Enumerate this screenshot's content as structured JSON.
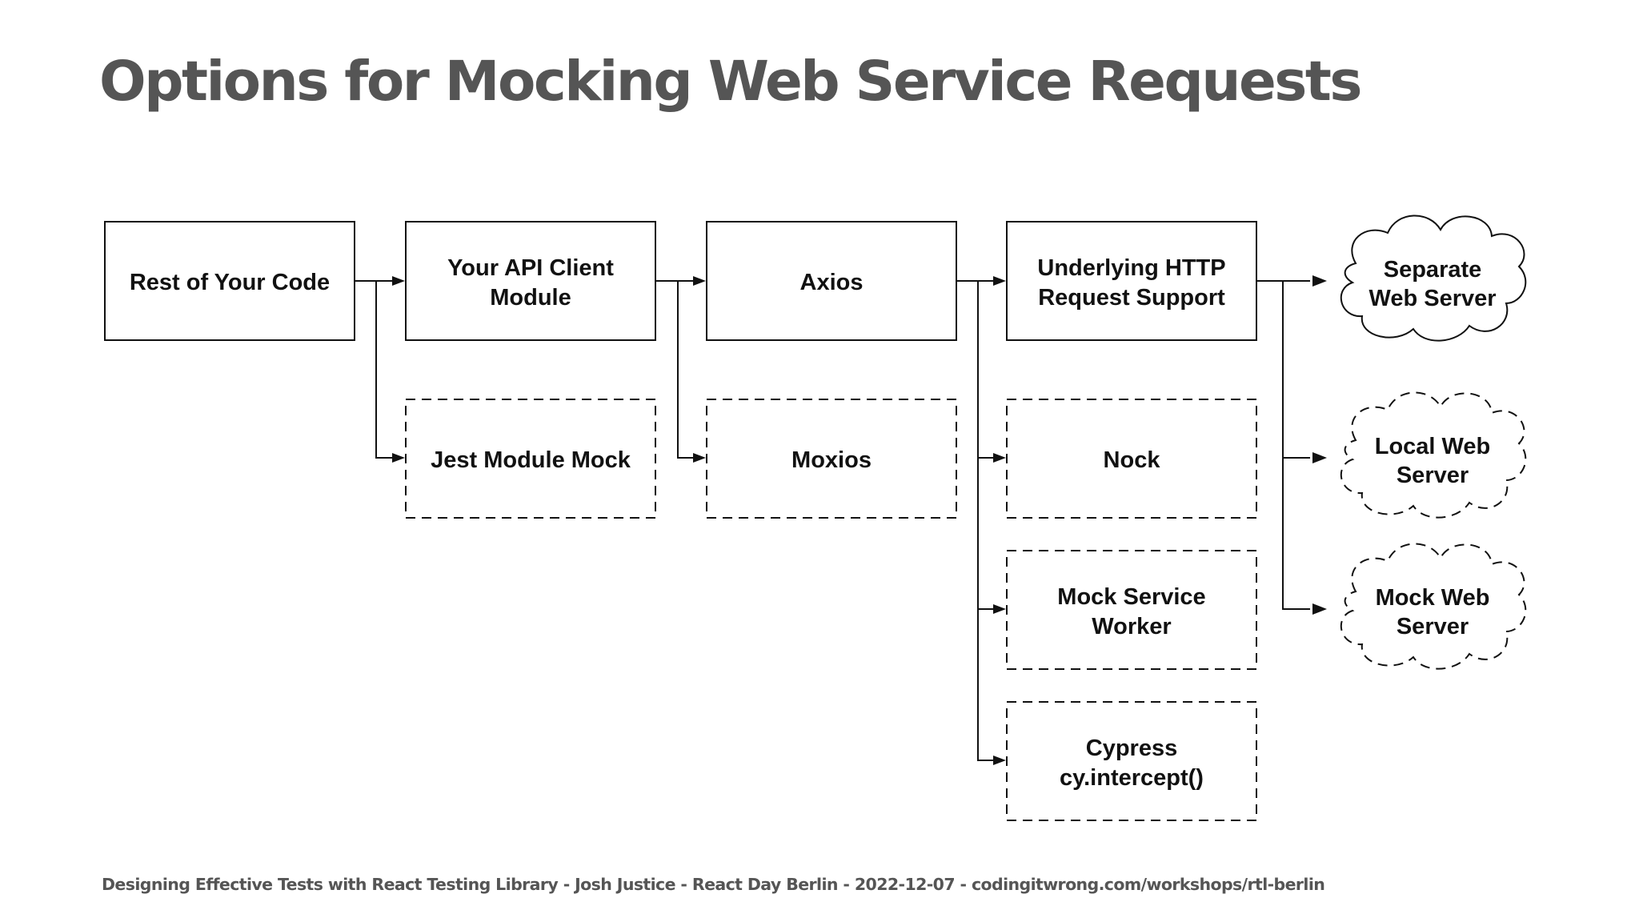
{
  "title": "Options for Mocking Web Service Requests",
  "footer": "Designing Effective Tests with React Testing Library - Josh Justice - React Day Berlin - 2022-12-07 - codingitwrong.com/workshops/rtl-berlin",
  "nodes": {
    "rest_of_code": [
      "Rest of Your Code"
    ],
    "api_client": [
      "Your API Client",
      "Module"
    ],
    "axios": [
      "Axios"
    ],
    "http_support": [
      "Underlying HTTP",
      "Request Support"
    ],
    "separate_server": [
      "Separate",
      "Web Server"
    ],
    "jest_mock": [
      "Jest Module Mock"
    ],
    "moxios": [
      "Moxios"
    ],
    "nock": [
      "Nock"
    ],
    "msw": [
      "Mock Service",
      "Worker"
    ],
    "cypress": [
      "Cypress",
      "cy.intercept()"
    ],
    "local_server": [
      "Local Web",
      "Server"
    ],
    "mock_server": [
      "Mock Web",
      "Server"
    ]
  }
}
